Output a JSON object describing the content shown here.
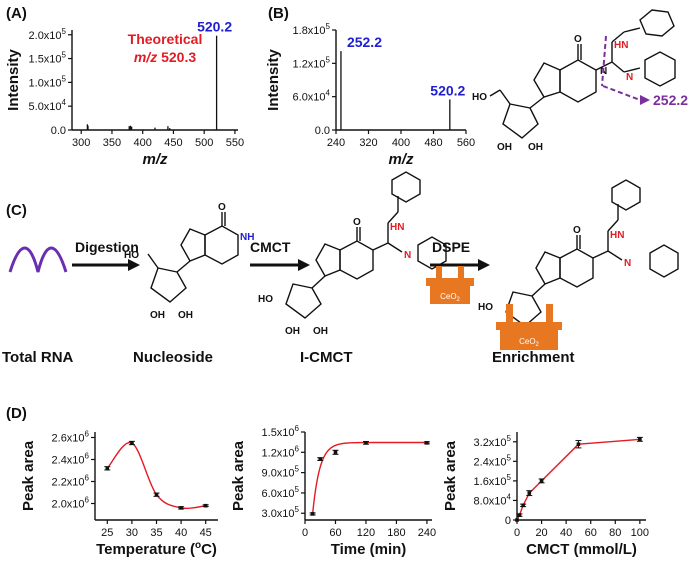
{
  "panels": {
    "A": "(A)",
    "B": "(B)",
    "C": "(C)",
    "D": "(D)"
  },
  "colors": {
    "red": "#e31b23",
    "blue": "#1f1fd0",
    "purple": "#7b2f9e",
    "orange": "#e87722",
    "black": "#111111"
  },
  "panel_a_annotation": {
    "line1": "Theoretical",
    "line2_italic": "m/z",
    "line2_rest": " 520.3"
  },
  "panel_b_fragment_label": "252.2",
  "panel_c": {
    "steps": [
      "Digestion",
      "CMCT",
      "DSPE"
    ],
    "labels": [
      "Total RNA",
      "Nucleoside",
      "I-CMCT",
      "Enrichment"
    ],
    "ceo2": "CeO",
    "ceo2_sub": "2"
  },
  "chem": {
    "O": "O",
    "N": "N",
    "NH": "NH",
    "HN": "HN",
    "OH": "OH",
    "HO": "HO",
    "Nplus": "N",
    "plus": "+"
  },
  "chart_data": [
    {
      "id": "A",
      "type": "bar",
      "title": "",
      "xlabel": "m/z",
      "ylabel": "Intensity",
      "xlim": [
        285,
        555
      ],
      "ylim": [
        0,
        210000
      ],
      "xticks": [
        300,
        350,
        400,
        450,
        500,
        550
      ],
      "yticks": [
        0,
        50000,
        100000,
        150000,
        200000
      ],
      "ytick_labels": [
        "0.0",
        "5.0x10^4",
        "1.0x10^5",
        "1.5x10^5",
        "2.0x10^5"
      ],
      "peaks": [
        {
          "x": 310,
          "y": 12000
        },
        {
          "x": 311,
          "y": 9000
        },
        {
          "x": 378,
          "y": 8000
        },
        {
          "x": 380,
          "y": 9000
        },
        {
          "x": 382,
          "y": 7000
        },
        {
          "x": 420,
          "y": 5000
        },
        {
          "x": 441,
          "y": 8000
        },
        {
          "x": 444,
          "y": 4000
        },
        {
          "x": 520.2,
          "y": 198000
        }
      ],
      "peak_labels": [
        {
          "x": 520.2,
          "y": 198000,
          "text": "520.2"
        }
      ]
    },
    {
      "id": "B",
      "type": "bar",
      "title": "",
      "xlabel": "m/z",
      "ylabel": "Intensity",
      "xlim": [
        240,
        560
      ],
      "ylim": [
        0,
        180000
      ],
      "xticks": [
        240,
        320,
        400,
        480,
        560
      ],
      "yticks": [
        0,
        60000,
        120000,
        180000
      ],
      "ytick_labels": [
        "0.0",
        "6.0x10^4",
        "1.2x10^5",
        "1.8x10^5"
      ],
      "peaks": [
        {
          "x": 252.2,
          "y": 142000
        },
        {
          "x": 520.2,
          "y": 55000
        }
      ],
      "peak_labels": [
        {
          "x": 252.2,
          "y": 142000,
          "text": "252.2"
        },
        {
          "x": 520.2,
          "y": 55000,
          "text": "520.2"
        }
      ]
    },
    {
      "id": "D1",
      "type": "line",
      "title": "",
      "xlabel": "Temperature (oC)",
      "ylabel": "Peak area",
      "xlim": [
        22.5,
        47.5
      ],
      "ylim": [
        1850000,
        2650000
      ],
      "xticks": [
        25,
        30,
        35,
        40,
        45
      ],
      "yticks": [
        2000000,
        2200000,
        2400000,
        2600000
      ],
      "ytick_labels": [
        "2.0x10^6",
        "2.2x10^6",
        "2.4x10^6",
        "2.6x10^6"
      ],
      "x": [
        25,
        30,
        35,
        40,
        45
      ],
      "y": [
        2320000,
        2550000,
        2080000,
        1960000,
        1980000
      ],
      "err": [
        15000,
        15000,
        15000,
        10000,
        8000
      ],
      "fit": "smooth"
    },
    {
      "id": "D2",
      "type": "line",
      "title": "",
      "xlabel": "Time (min)",
      "ylabel": "Peak area",
      "xlim": [
        0,
        250
      ],
      "ylim": [
        200000,
        1500000
      ],
      "xticks": [
        0,
        60,
        120,
        180,
        240
      ],
      "yticks": [
        300000,
        600000,
        900000,
        1200000,
        1500000
      ],
      "ytick_labels": [
        "3.0x10^5",
        "6.0x10^5",
        "9.0x10^5",
        "1.2x10^6",
        "1.5x10^6"
      ],
      "x": [
        15,
        30,
        60,
        120,
        240
      ],
      "y": [
        290000,
        1100000,
        1200000,
        1340000,
        1340000
      ],
      "err": [
        15000,
        20000,
        30000,
        20000,
        15000
      ],
      "fit": "saturation"
    },
    {
      "id": "D3",
      "type": "line",
      "title": "",
      "xlabel": "CMCT (mmol/L)",
      "ylabel": "Peak area",
      "xlim": [
        0,
        105
      ],
      "ylim": [
        0,
        360000
      ],
      "xticks": [
        0,
        20,
        40,
        60,
        80,
        100
      ],
      "yticks": [
        0,
        80000,
        160000,
        240000,
        320000
      ],
      "ytick_labels": [
        "0",
        "8.0x10^4",
        "1.6x10^5",
        "2.4x10^5",
        "3.2x10^5"
      ],
      "x": [
        0,
        2,
        5,
        10,
        20,
        50,
        100
      ],
      "y": [
        0,
        20000,
        60000,
        110000,
        160000,
        310000,
        330000
      ],
      "err": [
        0,
        5000,
        5000,
        10000,
        8000,
        15000,
        8000
      ],
      "fit": "segments"
    }
  ]
}
